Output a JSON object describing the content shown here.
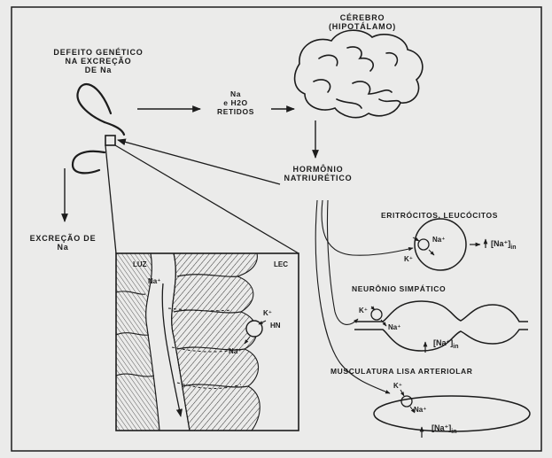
{
  "labels": {
    "genetic_defect": [
      "DEFEITO GENÉTICO",
      "NA EXCREÇÃO",
      "DE Na"
    ],
    "brain": [
      "CÉREBRO",
      "(HIPOTÁLAMO)"
    ],
    "retained": [
      "Na",
      "e H2O",
      "RETIDOS"
    ],
    "hormone": [
      "HORMÔNIO",
      "NATRIURÉTICO"
    ],
    "excretion": [
      "EXCREÇÃO DE",
      "Na"
    ],
    "erythrocytes": "ERITRÓCITOS, LEUCÓCITOS",
    "sympathetic_neuron": "NEURÔNIO SIMPÁTICO",
    "smooth_muscle": "MUSCULATURA LISA ARTERIOLAR",
    "luz": "LUZ",
    "lec": "LEC"
  },
  "ions": {
    "na_plus": "Na⁺",
    "k_plus": "K⁺",
    "hn": "HN",
    "conc_base": "[Na⁺]",
    "conc_sub": "in"
  },
  "colors": {
    "ink": "#1c1c1c",
    "paper": "#ebebea"
  }
}
